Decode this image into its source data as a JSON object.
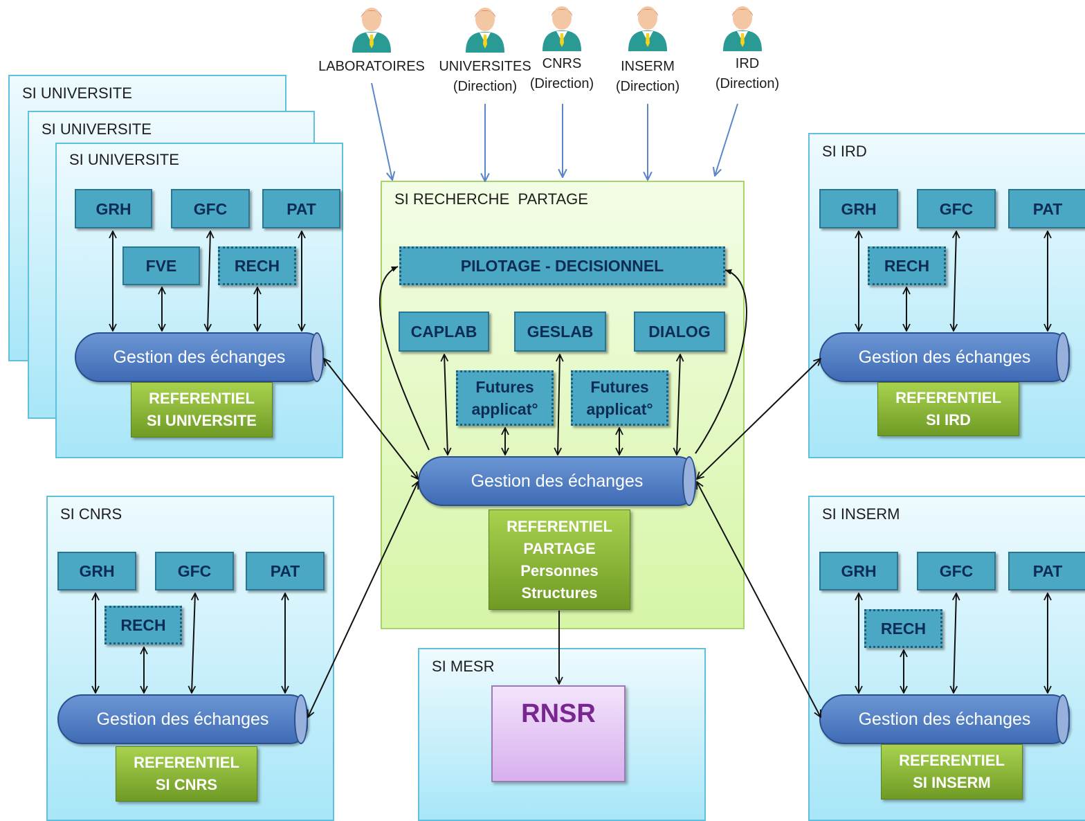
{
  "actors": [
    {
      "line1": "LABORATOIRES",
      "line2": ""
    },
    {
      "line1": "UNIVERSITES",
      "line2": "(Direction)"
    },
    {
      "line1": "CNRS",
      "line2": "(Direction)"
    },
    {
      "line1": "INSERM",
      "line2": "(Direction)"
    },
    {
      "line1": "IRD",
      "line2": "(Direction)"
    }
  ],
  "si_universite": {
    "title": "SI UNIVERSITE",
    "back_title_1": "SI UNIVERSITE",
    "back_title_2": "SI UNIVERSITE",
    "mod_grh": "GRH",
    "mod_gfc": "GFC",
    "mod_pat": "PAT",
    "mod_fve": "FVE",
    "mod_rech": "RECH",
    "bus": "Gestion des échanges",
    "ref_line1": "REFERENTIEL",
    "ref_line2": "SI UNIVERSITE"
  },
  "si_cnrs": {
    "title": "SI CNRS",
    "mod_grh": "GRH",
    "mod_gfc": "GFC",
    "mod_pat": "PAT",
    "mod_rech": "RECH",
    "bus": "Gestion des échanges",
    "ref_line1": "REFERENTIEL",
    "ref_line2": "SI CNRS"
  },
  "si_ird": {
    "title": "SI IRD",
    "mod_grh": "GRH",
    "mod_gfc": "GFC",
    "mod_pat": "PAT",
    "mod_rech": "RECH",
    "bus": "Gestion des échanges",
    "ref_line1": "REFERENTIEL",
    "ref_line2": "SI IRD"
  },
  "si_inserm": {
    "title": "SI INSERM",
    "mod_grh": "GRH",
    "mod_gfc": "GFC",
    "mod_pat": "PAT",
    "mod_rech": "RECH",
    "bus": "Gestion des échanges",
    "ref_line1": "REFERENTIEL",
    "ref_line2": "SI INSERM"
  },
  "si_partage": {
    "title": "SI RECHERCHE  PARTAGE",
    "pilotage": "PILOTAGE - DECISIONNEL",
    "caplab": "CAPLAB",
    "geslab": "GESLAB",
    "dialog": "DIALOG",
    "futures_1_l1": "Futures",
    "futures_1_l2": "applicat°",
    "futures_2_l1": "Futures",
    "futures_2_l2": "applicat°",
    "bus": "Gestion des échanges",
    "ref_line1": "REFERENTIEL",
    "ref_line2": "PARTAGE",
    "ref_line3": "Personnes",
    "ref_line4": "Structures"
  },
  "si_mesr": {
    "title": "SI MESR",
    "rnsr": "RNSR"
  }
}
